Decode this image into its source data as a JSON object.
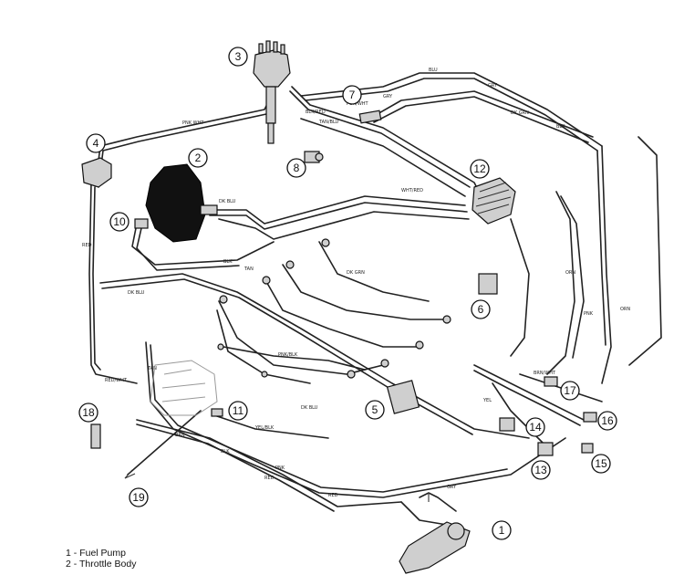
{
  "callouts": [
    {
      "num": "1"
    },
    {
      "num": "2"
    },
    {
      "num": "3"
    },
    {
      "num": "4"
    },
    {
      "num": "5"
    },
    {
      "num": "6"
    },
    {
      "num": "7"
    },
    {
      "num": "8"
    },
    {
      "num": "10"
    },
    {
      "num": "11"
    },
    {
      "num": "12"
    },
    {
      "num": "13"
    },
    {
      "num": "14"
    },
    {
      "num": "15"
    },
    {
      "num": "16"
    },
    {
      "num": "17"
    },
    {
      "num": "18"
    },
    {
      "num": "19"
    }
  ],
  "wire_labels": [
    "PNK WHT",
    "BLU",
    "GRY",
    "GRY",
    "BLK/RED",
    "PUR/WHT",
    "TAN/BLU",
    "BLK",
    "DK GRN",
    "DK BLU",
    "DK BLU",
    "RED",
    "TAN",
    "BLK",
    "WHT/RED",
    "ORN",
    "DK GRN",
    "RED/WHT",
    "TAN",
    "GRY",
    "YEL",
    "ORN",
    "PNK",
    "RED",
    "BRN",
    "BLK",
    "RED",
    "PNK/BLK",
    "DK BLU",
    "BRN/WHT",
    "PNK",
    "YEL/BLK"
  ],
  "legend": [
    {
      "num": "1",
      "label": "Fuel Pump"
    },
    {
      "num": "2",
      "label": "Throttle Body"
    }
  ]
}
